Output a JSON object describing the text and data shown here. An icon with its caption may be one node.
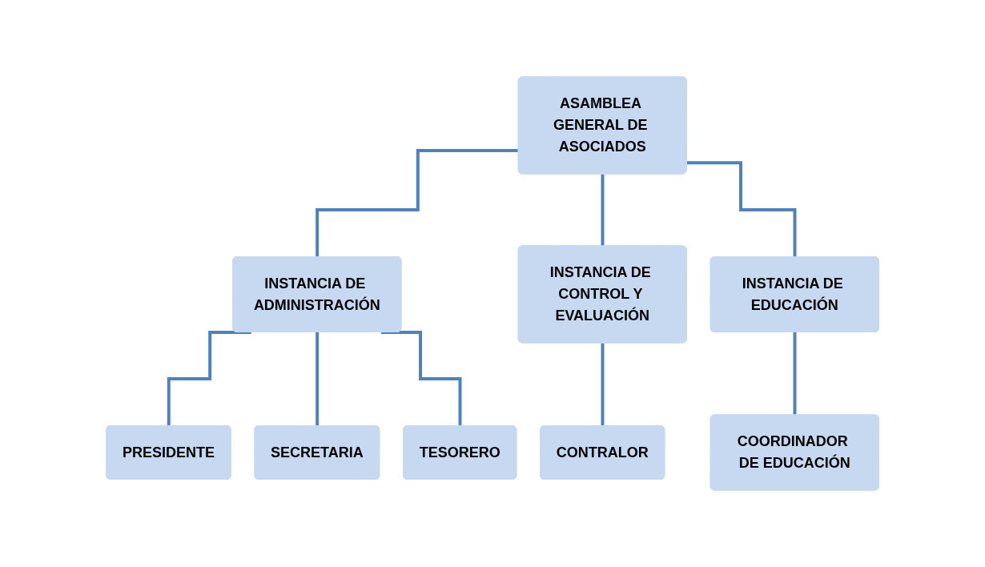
{
  "diagram": {
    "nodes": [
      {
        "text": [
          "ASAMBLEA GENERAL DE ASOCIADOS"
        ]
      },
      {
        "text": [
          "INSTANCIA DE ADMINISTRACIÓN"
        ]
      },
      {
        "text": [
          "INSTANCIA DE CONTROL Y EVALUACIÓN"
        ]
      },
      {
        "text": [
          "INSTANCIA DE EDUCACIÓN"
        ]
      },
      {
        "text": [
          "PRESIDENTE"
        ]
      },
      {
        "text": [
          "SECRETARIA"
        ]
      },
      {
        "text": [
          "TESORERO"
        ]
      },
      {
        "text": [
          "CONTRALOR"
        ]
      },
      {
        "text": [
          "COORDINADOR DE EDUCACIÓN"
        ]
      }
    ],
    "edges": [
      {
        "from": 0,
        "to": 1,
        "arrow": "none"
      },
      {
        "from": 0,
        "to": 2,
        "arrow": "none"
      },
      {
        "from": 0,
        "to": 3,
        "arrow": "none"
      },
      {
        "from": 1,
        "to": 4,
        "arrow": "none"
      },
      {
        "from": 1,
        "to": 5,
        "arrow": "none"
      },
      {
        "from": 1,
        "to": 6,
        "arrow": "none"
      },
      {
        "from": 2,
        "to": 7,
        "arrow": "none"
      },
      {
        "from": 3,
        "to": 8,
        "arrow": "none"
      }
    ]
  }
}
